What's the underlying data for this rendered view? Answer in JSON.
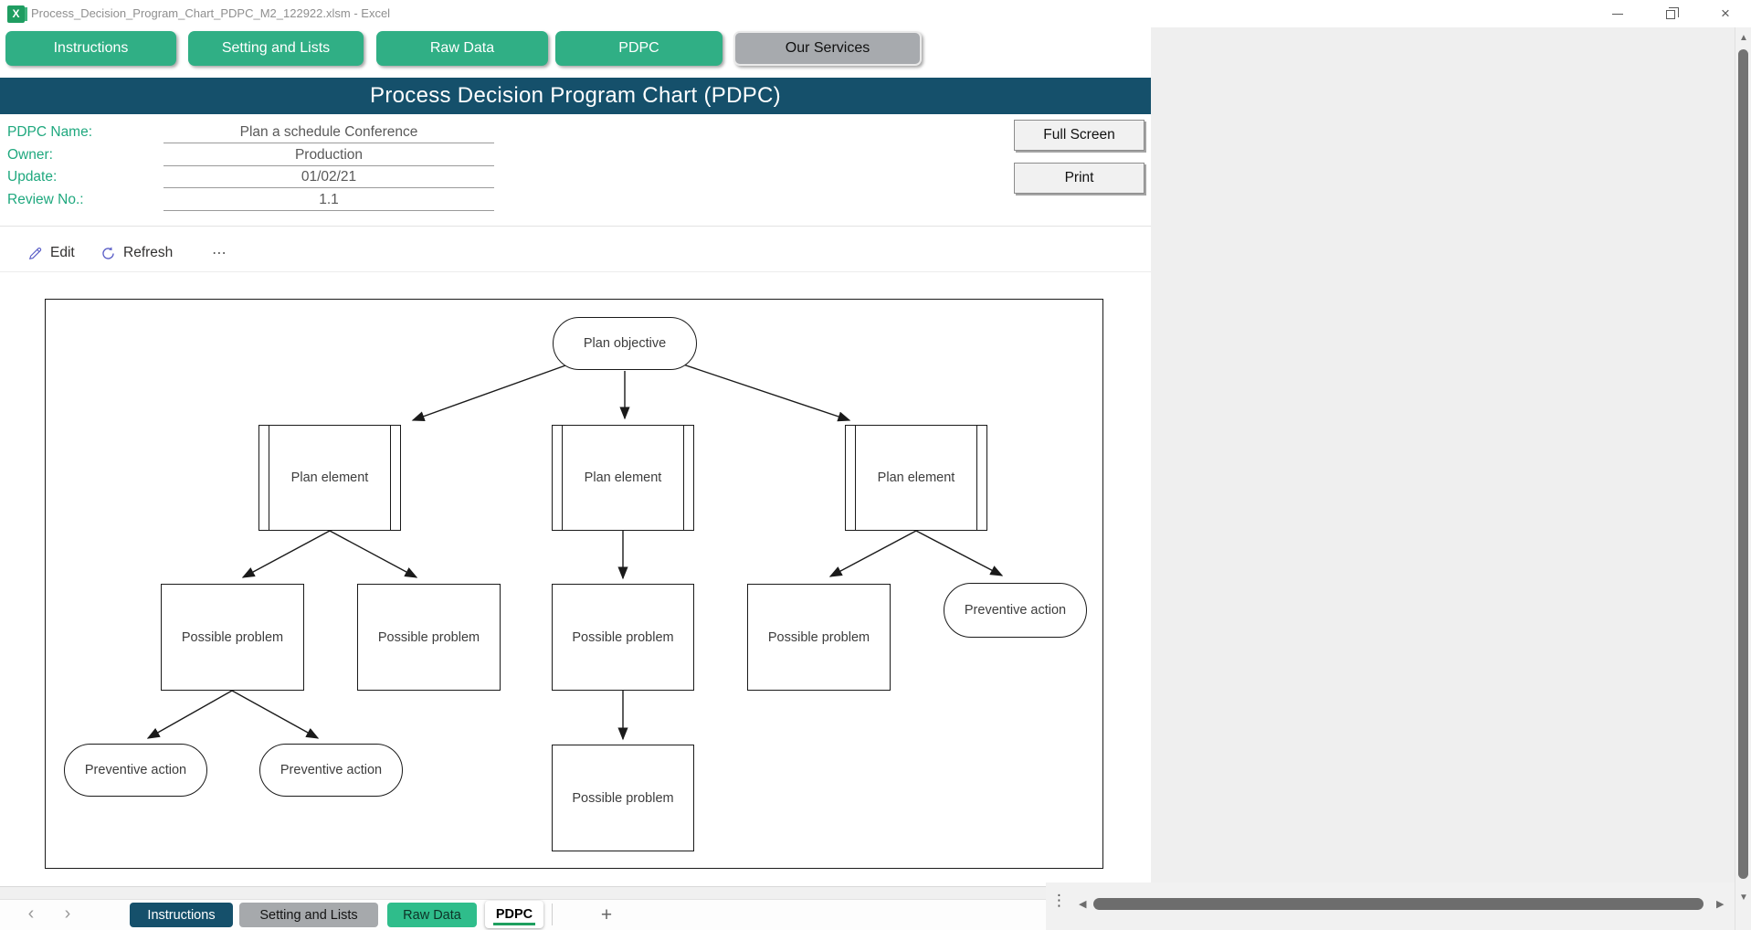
{
  "window": {
    "app_icon_letter": "X",
    "title": "Process_Decision_Program_Chart_PDPC_M2_122922.xlsm - Excel",
    "close_glyph": "×"
  },
  "nav_buttons": [
    {
      "label": "Instructions"
    },
    {
      "label": "Setting and Lists"
    },
    {
      "label": "Raw Data"
    },
    {
      "label": "PDPC"
    },
    {
      "label": "Our Services"
    }
  ],
  "header": {
    "title": "Process Decision Program Chart (PDPC)"
  },
  "form": {
    "fields": [
      {
        "label": "PDPC Name:",
        "value": "Plan a schedule Conference"
      },
      {
        "label": "Owner:",
        "value": "Production"
      },
      {
        "label": "Update:",
        "value": "01/02/21"
      },
      {
        "label": "Review No.:",
        "value": "1.1"
      }
    ]
  },
  "action_buttons": {
    "full_screen": "Full Screen",
    "print": "Print"
  },
  "toolbar": {
    "edit": "Edit",
    "refresh": "Refresh",
    "more": "⋯"
  },
  "diagram": {
    "labels": {
      "plan_objective": "Plan objective",
      "plan_element": "Plan element",
      "possible_problem": "Possible problem",
      "preventive_action": "Preventive action"
    }
  },
  "sheet_tabs": {
    "prev": "‹",
    "next": "›",
    "tabs": [
      {
        "label": "Instructions"
      },
      {
        "label": "Setting and Lists"
      },
      {
        "label": "Raw Data"
      },
      {
        "label": "PDPC",
        "active": true
      }
    ],
    "add": "+"
  },
  "scrollbars": {
    "up": "▲",
    "down": "▼",
    "left": "◀",
    "right": "▶",
    "dots": "⋮"
  },
  "colors": {
    "button_green": "#30af85",
    "header_teal": "#15506b",
    "label_green": "#1fa87e",
    "raw_data_tab_green": "#2fbd8b",
    "active_tab_underline": "#1f9f5f",
    "toolbar_icon_indigo": "#5b5fc7",
    "gray_button": "#a7aaae"
  }
}
